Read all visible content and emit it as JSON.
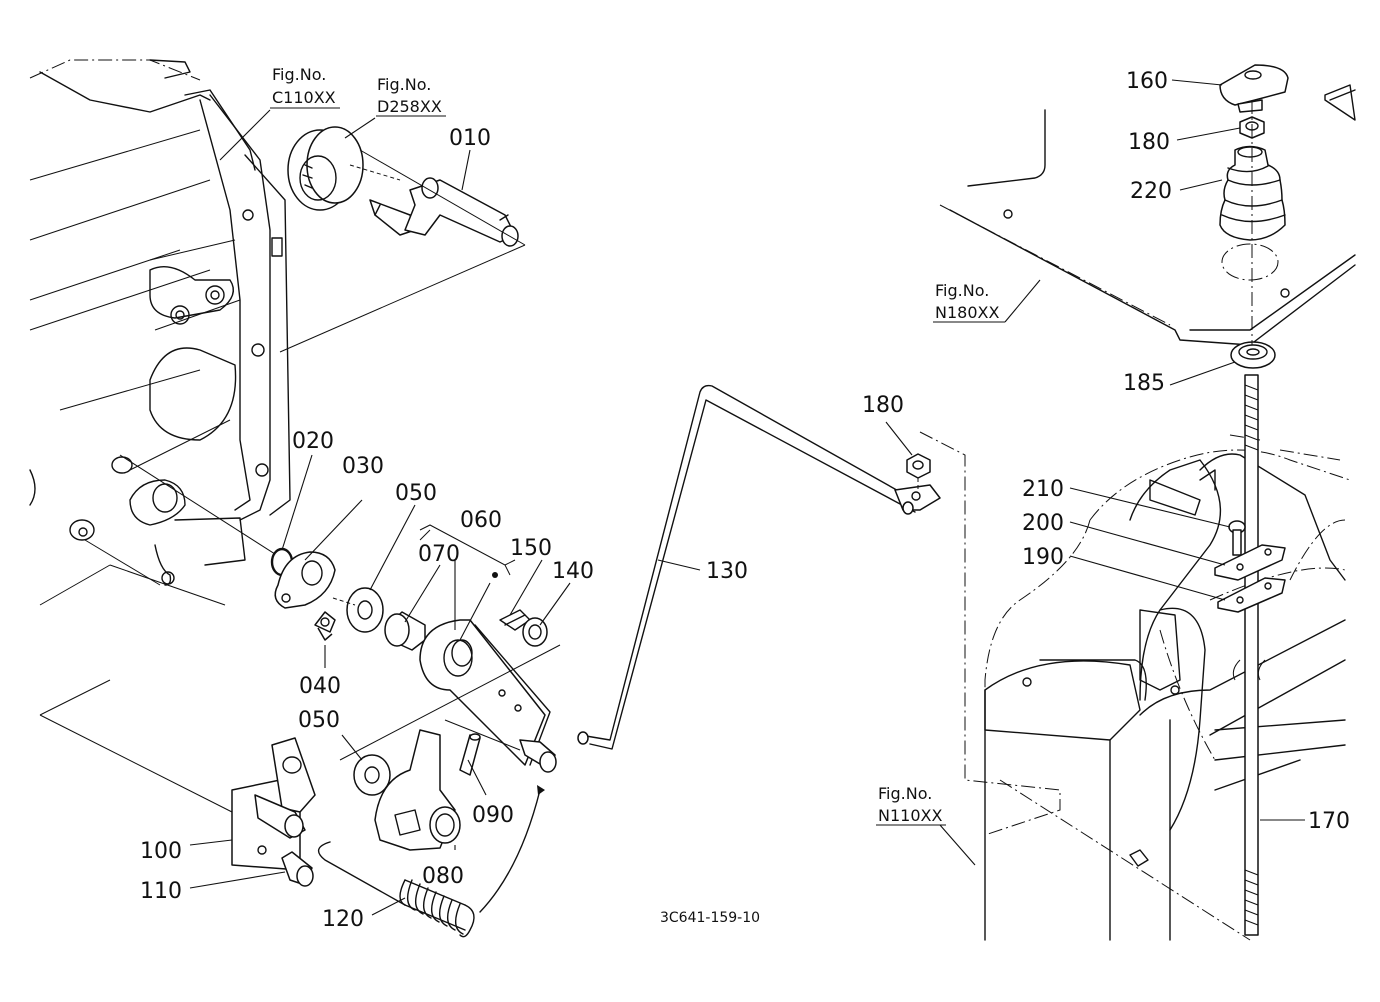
{
  "callouts": {
    "p010": "010",
    "p020": "020",
    "p030": "030",
    "p040": "040",
    "p050a": "050",
    "p050b": "050",
    "p060": "060",
    "p070": "070",
    "p080": "080",
    "p090": "090",
    "p100": "100",
    "p110": "110",
    "p120": "120",
    "p130": "130",
    "p140": "140",
    "p150": "150",
    "p160": "160",
    "p170": "170",
    "p180a": "180",
    "p180b": "180",
    "p185": "185",
    "p190": "190",
    "p200": "200",
    "p210": "210",
    "p220": "220"
  },
  "figure_refs": {
    "c110": {
      "label": "Fig.No.",
      "code": "C110XX"
    },
    "d258": {
      "label": "Fig.No.",
      "code": "D258XX"
    },
    "n180": {
      "label": "Fig.No.",
      "code": "N180XX"
    },
    "n110": {
      "label": "Fig.No.",
      "code": "N110XX"
    }
  },
  "drawing_number": "3C641-159-10"
}
